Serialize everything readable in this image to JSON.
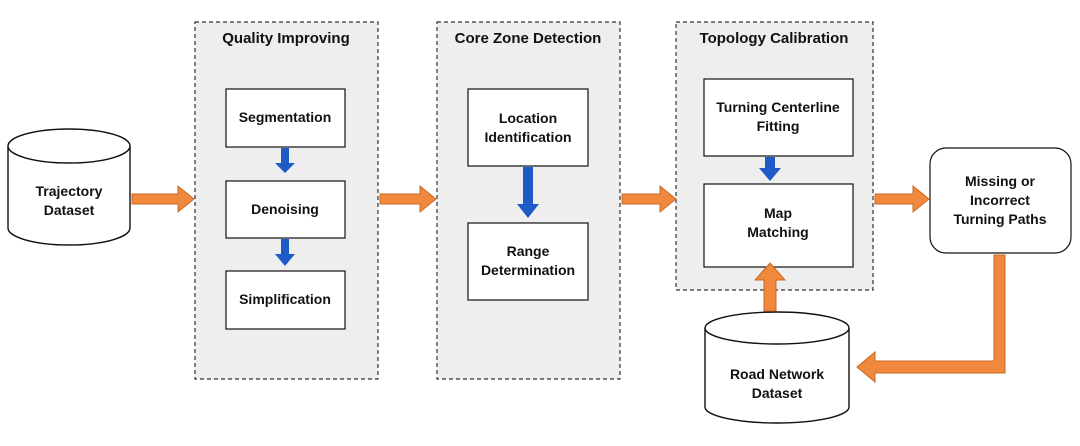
{
  "panels": {
    "quality": "Quality Improving",
    "core": "Core Zone Detection",
    "topology": "Topology Calibration"
  },
  "boxes": {
    "segmentation": "Segmentation",
    "denoising": "Denoising",
    "simplification": "Simplification",
    "location": [
      "Location",
      "Identification"
    ],
    "range": [
      "Range",
      "Determination"
    ],
    "turning": [
      "Turning Centerline",
      "Fitting"
    ],
    "map": [
      "Map",
      "Matching"
    ],
    "missing": [
      "Missing or",
      "Incorrect",
      "Turning Paths"
    ]
  },
  "cylinders": {
    "trajectory": [
      "Trajectory",
      "Dataset"
    ],
    "road": [
      "Road Network",
      "Dataset"
    ]
  },
  "colors": {
    "orange_arrow": "#f0883e",
    "blue_arrow": "#1e5bc6",
    "panel_fill": "#eeeeee"
  }
}
